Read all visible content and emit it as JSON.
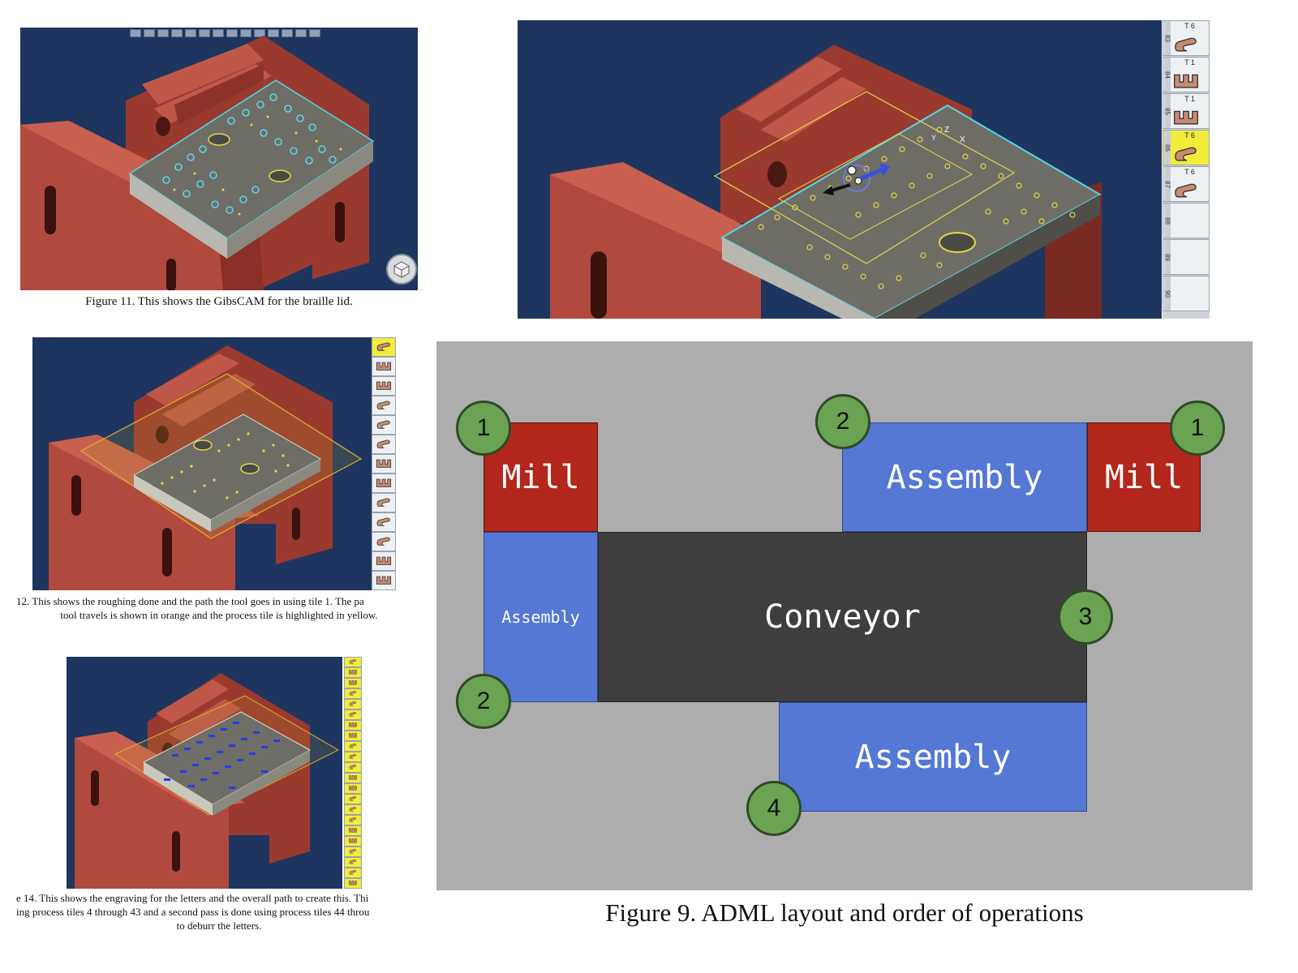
{
  "fig11": {
    "caption": "Figure 11. This shows the GibsCAM for the braille lid."
  },
  "fig12": {
    "caption_line1": "12. This shows the roughing done and the path the tool goes in using tile 1. The pa",
    "caption_line2": "tool travels is shown in orange and the process tile is highlighted in yellow."
  },
  "fig14": {
    "caption_line1": "e 14. This shows the engraving for the letters and the overall path to create this. Thi",
    "caption_line2": "ing process tiles 4 through 43 and a second pass is done using process tiles 44 throu",
    "caption_line3": "to deburr the letters."
  },
  "fig_top_right": {
    "tiles": [
      {
        "tool": "T 6",
        "num": "83",
        "selected": false
      },
      {
        "tool": "T 1",
        "num": "84",
        "selected": false
      },
      {
        "tool": "T 1",
        "num": "85",
        "selected": false
      },
      {
        "tool": "T 6",
        "num": "86",
        "selected": true
      },
      {
        "tool": "T 6",
        "num": "87",
        "selected": false
      },
      {
        "tool": "",
        "num": "88",
        "selected": false
      },
      {
        "tool": "",
        "num": "89",
        "selected": false
      },
      {
        "tool": "",
        "num": "90",
        "selected": false
      }
    ],
    "axis_z": "Z",
    "axis_y": "Y",
    "axis_x": "X"
  },
  "fig9": {
    "caption": "Figure 9. ADML layout and order of operations",
    "blocks": {
      "mill_left": "Mill",
      "assembly_top": "Assembly",
      "mill_right": "Mill",
      "assembly_left": "Assembly",
      "conveyor": "Conveyor",
      "assembly_bottom": "Assembly"
    },
    "badges": {
      "mill_left": "1",
      "assembly_top": "2",
      "mill_right": "1",
      "conveyor": "3",
      "assembly_left": "2",
      "assembly_bottom": "4"
    },
    "colors": {
      "mill": "#b3271c",
      "assembly": "#5578d4",
      "conveyor": "#3e3e3e",
      "floor": "#adadad",
      "badge": "#6aa352"
    }
  },
  "colors": {
    "cad_background": "#1e3560",
    "part_red": "#b04a3e",
    "lid_gray": "#6e6d66",
    "tile_selected": "#f2ec3b"
  }
}
